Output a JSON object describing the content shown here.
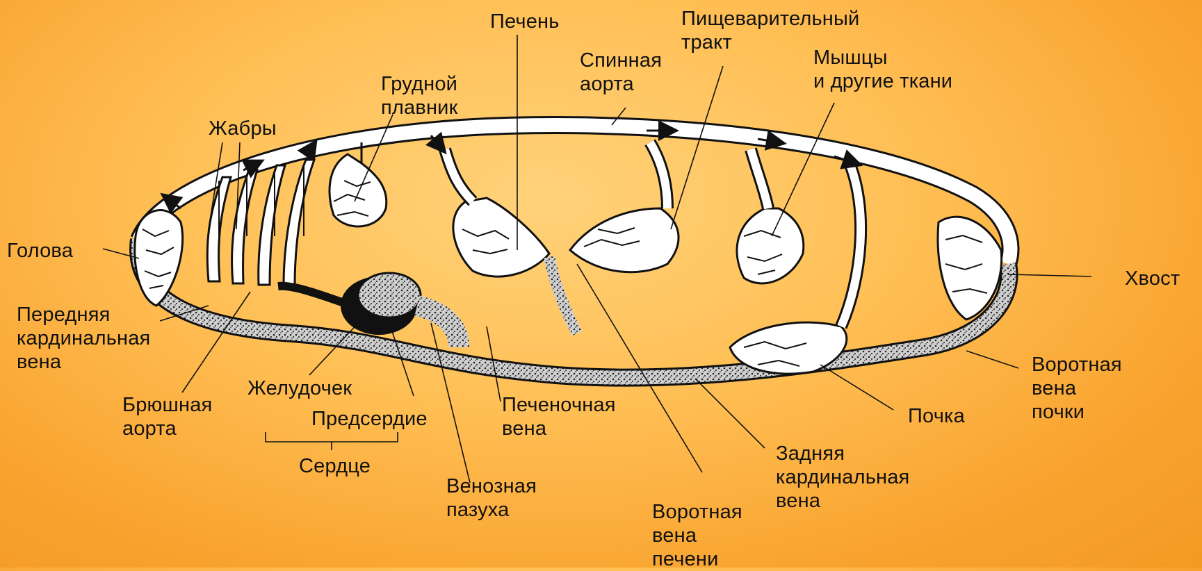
{
  "labels": {
    "liver": "Печень",
    "digestive_tract": "Пищеварительный\nтракт",
    "dorsal_aorta": "Спинная\nаорта",
    "muscles": "Мышцы\nи другие ткани",
    "pectoral_fin": "Грудной\nплавник",
    "gills": "Жабры",
    "head": "Голова",
    "tail": "Хвост",
    "anterior_cardinal_vein": "Передняя\nкардинальная\nвена",
    "ventral_aorta": "Брюшная\nаорта",
    "ventricle": "Желудочек",
    "atrium": "Предсердие",
    "heart": "Сердце",
    "sinus_venosus": "Венозная\nпазуха",
    "hepatic_vein": "Печеночная\nвена",
    "hepatic_portal_vein": "Воротная\nвена\nпечени",
    "posterior_cardinal_vein": "Задняя\nкардинальная\nвена",
    "kidney": "Почка",
    "renal_portal_vein": "Воротная\nвена\nпочки"
  },
  "colors": {
    "background": "#f9a430",
    "vessel_fill": "#ffffff",
    "vessel_outline": "#111111",
    "venous_texture": "#555555"
  },
  "icons": {
    "flow_arrow": "arrow-right-icon"
  }
}
